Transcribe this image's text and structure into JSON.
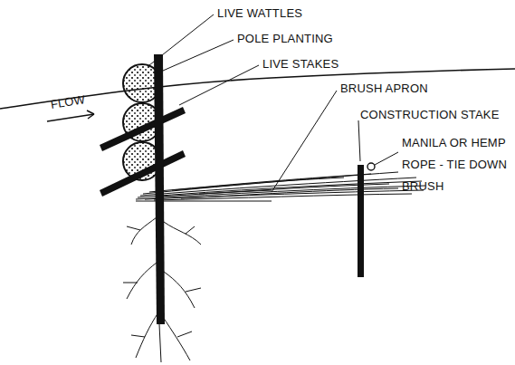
{
  "diagram": {
    "labels": [
      "LIVE WATTLES",
      "POLE PLANTING",
      "LIVE STAKES",
      "FLOW",
      "BRUSH APRON",
      "CONSTRUCTION STAKE",
      "MANILA OR HEMP ROPE - TIE DOWN BRUSH"
    ]
  }
}
